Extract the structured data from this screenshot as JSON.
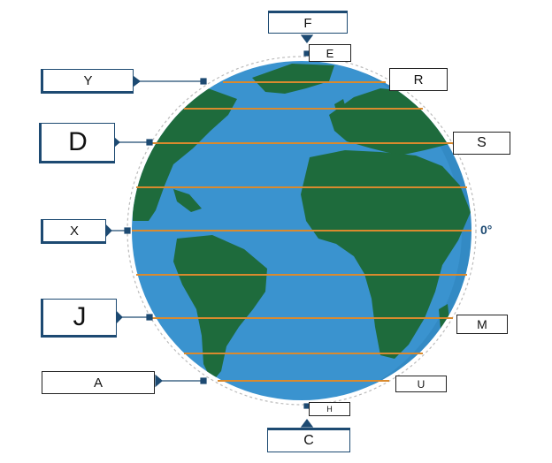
{
  "labels": {
    "F": "F",
    "E": "E",
    "Y": "Y",
    "R": "R",
    "D": "D",
    "S": "S",
    "X": "X",
    "J": "J",
    "M": "M",
    "A": "A",
    "U": "U",
    "H": "H",
    "C": "C"
  },
  "equator_label": "0°",
  "colors": {
    "ocean": "#3a93cf",
    "land": "#1e6b3c",
    "latitude_lines": "#d98a2e",
    "connector": "#1d4a72"
  }
}
